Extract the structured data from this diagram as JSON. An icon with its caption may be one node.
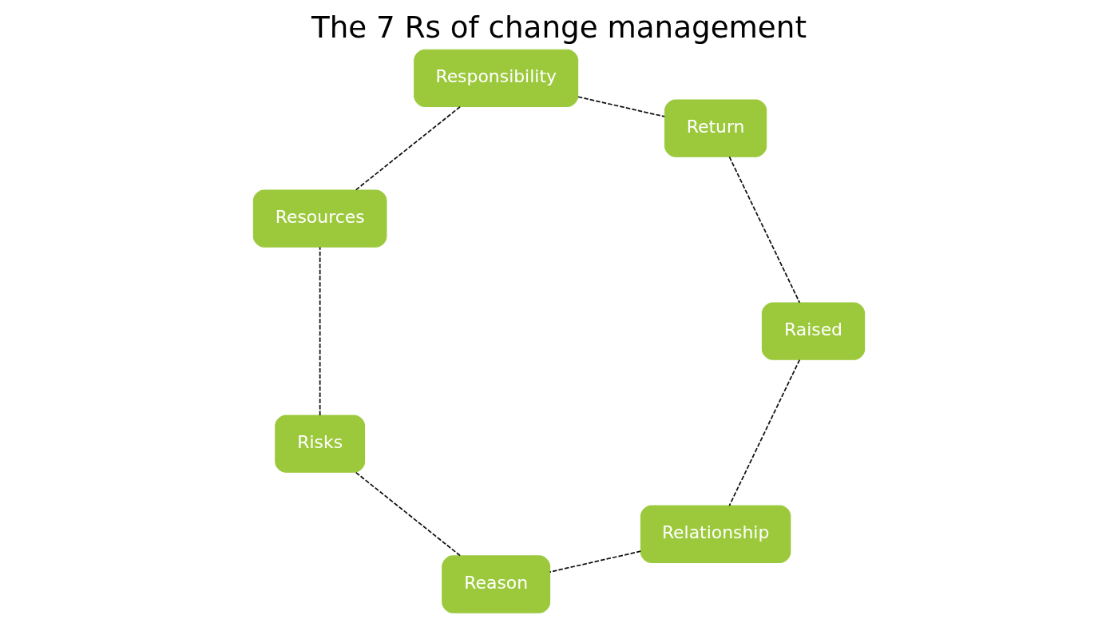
{
  "diagram": {
    "title": "The 7 Rs of change management",
    "nodes": [
      {
        "text": [
          "Relationship"
        ]
      },
      {
        "text": [
          "Reason"
        ]
      },
      {
        "text": [
          "Risks"
        ]
      },
      {
        "text": [
          "Resources"
        ]
      },
      {
        "text": [
          "Responsibility"
        ]
      },
      {
        "text": [
          "Return"
        ]
      },
      {
        "text": [
          "Raised"
        ]
      }
    ],
    "edges": [
      {
        "from": 0,
        "to": 1,
        "arrow": "none",
        "style": "dashed"
      },
      {
        "from": 1,
        "to": 2,
        "arrow": "none",
        "style": "dashed"
      },
      {
        "from": 2,
        "to": 3,
        "arrow": "none",
        "style": "dashed"
      },
      {
        "from": 3,
        "to": 4,
        "arrow": "none",
        "style": "dashed"
      },
      {
        "from": 4,
        "to": 5,
        "arrow": "none",
        "style": "dashed"
      },
      {
        "from": 5,
        "to": 6,
        "arrow": "none",
        "style": "dashed"
      },
      {
        "from": 6,
        "to": 0,
        "arrow": "none",
        "style": "dashed"
      }
    ]
  }
}
